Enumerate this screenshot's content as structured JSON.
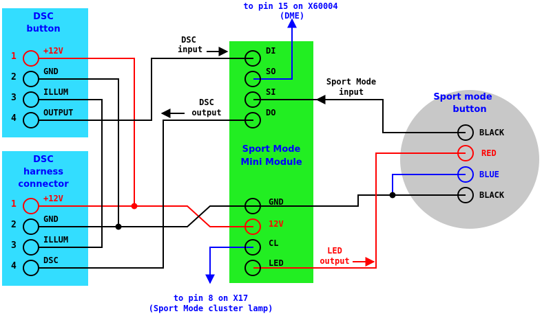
{
  "colors": {
    "cyan_box": "#33ddff",
    "green_box": "#22ee22",
    "gray_circle": "#c8c8c8",
    "red": "#ff0000",
    "blue": "#0000ff",
    "black": "#000000"
  },
  "dsc_button": {
    "title_line1": "DSC",
    "title_line2": "button",
    "pins": [
      {
        "num": "1",
        "label": "+12V"
      },
      {
        "num": "2",
        "label": "GND"
      },
      {
        "num": "3",
        "label": "ILLUM"
      },
      {
        "num": "4",
        "label": "OUTPUT"
      }
    ]
  },
  "dsc_harness": {
    "title_line1": "DSC",
    "title_line2": "harness",
    "title_line3": "connector",
    "pins": [
      {
        "num": "1",
        "label": "+12V"
      },
      {
        "num": "2",
        "label": "GND"
      },
      {
        "num": "3",
        "label": "ILLUM"
      },
      {
        "num": "4",
        "label": "DSC"
      }
    ]
  },
  "module": {
    "title_line1": "Sport Mode",
    "title_line2": "Mini Module",
    "pins": [
      "DI",
      "SO",
      "SI",
      "DO",
      "GND",
      "12V",
      "CL",
      "LED"
    ]
  },
  "sport_button": {
    "title_line1": "Sport mode",
    "title_line2": "button",
    "pins": [
      "BLACK",
      "RED",
      "BLUE",
      "BLACK"
    ]
  },
  "annotations": {
    "dme_line1": "to pin 15 on X60004",
    "dme_line2": "(DME)",
    "dsc_input_line1": "DSC",
    "dsc_input_line2": "input",
    "dsc_output_line1": "DSC",
    "dsc_output_line2": "output",
    "sport_input_line1": "Sport Mode",
    "sport_input_line2": "input",
    "led_output_line1": "LED",
    "led_output_line2": "output",
    "x17_line1": "to pin 8 on X17",
    "x17_line2": "(Sport Mode cluster lamp)"
  }
}
